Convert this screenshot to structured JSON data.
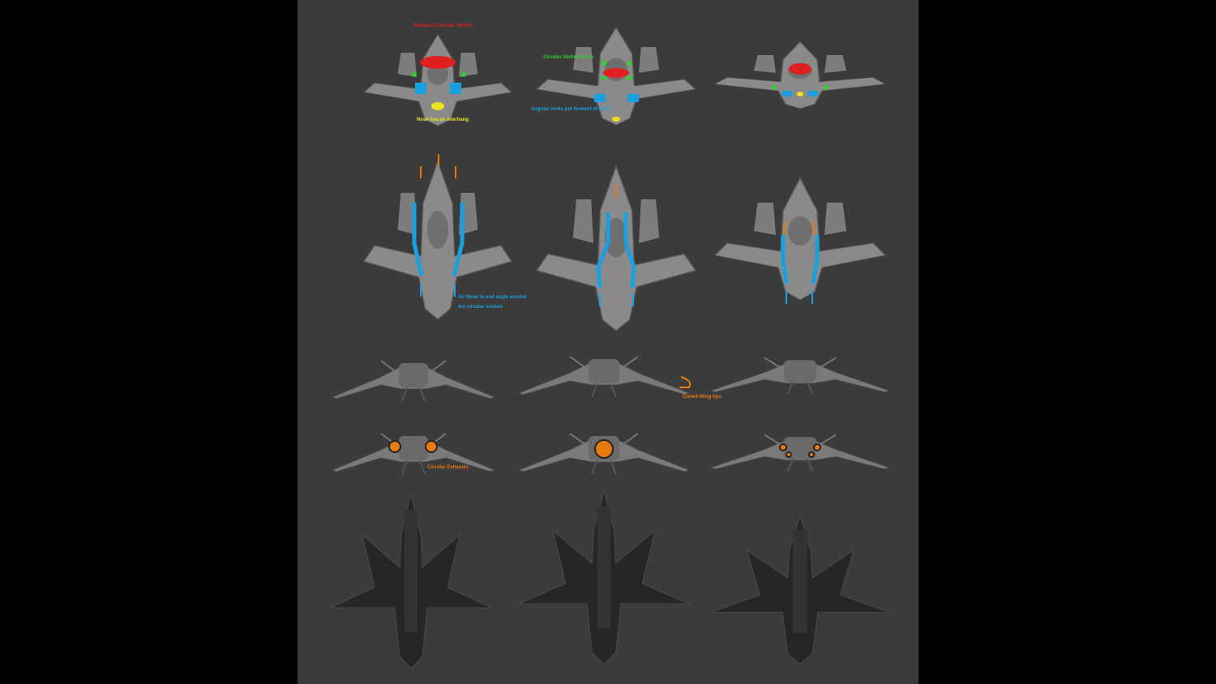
{
  "annotations": {
    "retains_circular": "Retains a Circular section",
    "slotted_vents": "Circular Slotted Vents",
    "nose_overhang": "Nose has an overhang",
    "angular_vents": "Angular vents put forward of beds",
    "air_flows_1": "Air flows in and angle around",
    "air_flows_2": "the circular section",
    "curled_tips": "Curled Wing tips",
    "circular_exhausts": "Circular Exhausts"
  },
  "colors": {
    "background": "#000000",
    "panel": "#3b3b3b",
    "hull": "#8c8c8c",
    "red": "#e02020",
    "green": "#30d030",
    "blue": "#1aa0e0",
    "yellow": "#f0e020",
    "orange": "#e87a10"
  }
}
